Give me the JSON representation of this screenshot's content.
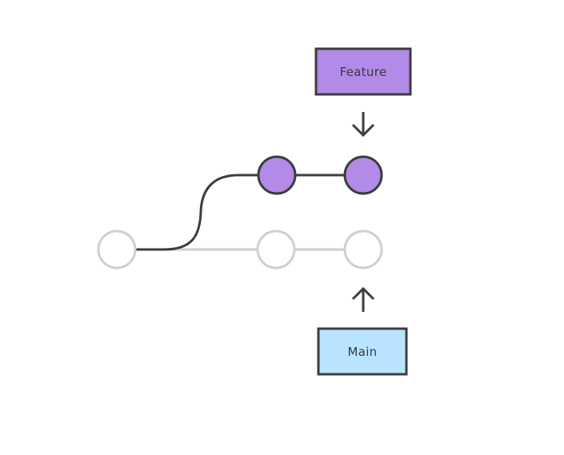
{
  "labels": {
    "feature": "Feature",
    "main": "Main"
  },
  "colors": {
    "feature_fill": "#b28ae8",
    "main_fill": "#b9e4ff",
    "dark_stroke": "#3d3d3d",
    "light_stroke": "#cfcfcf",
    "background": "#ffffff"
  },
  "commits": {
    "main": 3,
    "feature": 2
  },
  "icons": [
    "arrow-down-icon",
    "arrow-up-icon"
  ]
}
